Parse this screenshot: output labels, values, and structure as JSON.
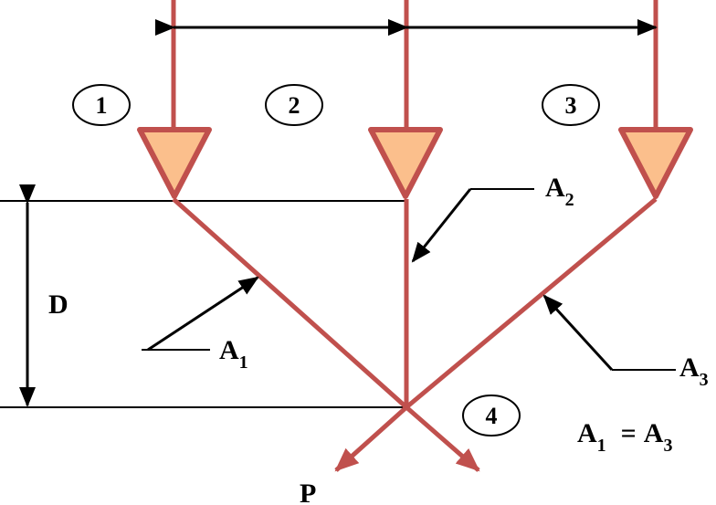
{
  "colors": {
    "member": "#c0504d",
    "support_fill": "#fbbf8c",
    "line": "#000000"
  },
  "nodes": [
    {
      "id": "1",
      "label": "1"
    },
    {
      "id": "2",
      "label": "2"
    },
    {
      "id": "3",
      "label": "3"
    },
    {
      "id": "4",
      "label": "4"
    }
  ],
  "labels": {
    "depth": "D",
    "load": "P",
    "area1": {
      "main": "A",
      "sub": "1"
    },
    "area2": {
      "main": "A",
      "sub": "2"
    },
    "area3": {
      "main": "A",
      "sub": "3"
    },
    "equation": {
      "lhs_main": "A",
      "lhs_sub": "1",
      "op": "=",
      "rhs_main": "A",
      "rhs_sub": "3"
    }
  }
}
